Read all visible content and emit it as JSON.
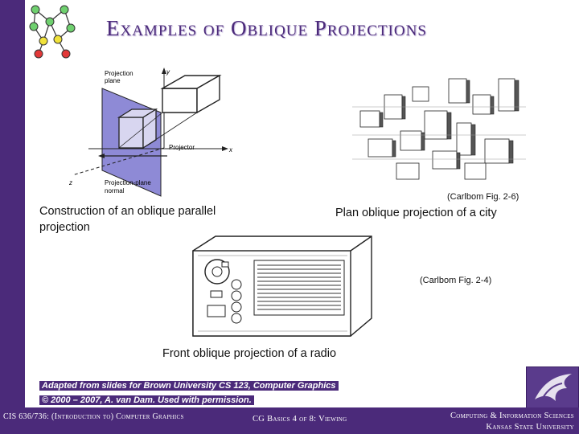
{
  "title": "Examples of Oblique Projections",
  "figure1": {
    "caption": "Construction of an oblique parallel projection",
    "labels": {
      "projection_plane": "Projection plane",
      "y": "y",
      "x": "x",
      "z": "z",
      "projector": "Projector",
      "normal": "Projection-plane normal"
    }
  },
  "figure2": {
    "source": "(Carlbom Fig. 2-6)",
    "caption": "Plan oblique projection of a city"
  },
  "figure3": {
    "source": "(Carlbom Fig. 2-4)",
    "caption": "Front oblique projection of a radio"
  },
  "credits": {
    "line1": "Adapted from slides for Brown University CS 123, Computer Graphics",
    "line2": "© 2000 – 2007, A. van Dam. Used with permission."
  },
  "footer": {
    "course": "CIS 636/736: (Introduction to) Computer Graphics",
    "lecture": "CG Basics 4 of 8: Viewing",
    "dept_line1": "Computing & Information Sciences",
    "dept_line2": "Kansas State University"
  },
  "colors": {
    "brand_purple": "#4b2a7a",
    "plane_fill": "#8e8ad6"
  }
}
